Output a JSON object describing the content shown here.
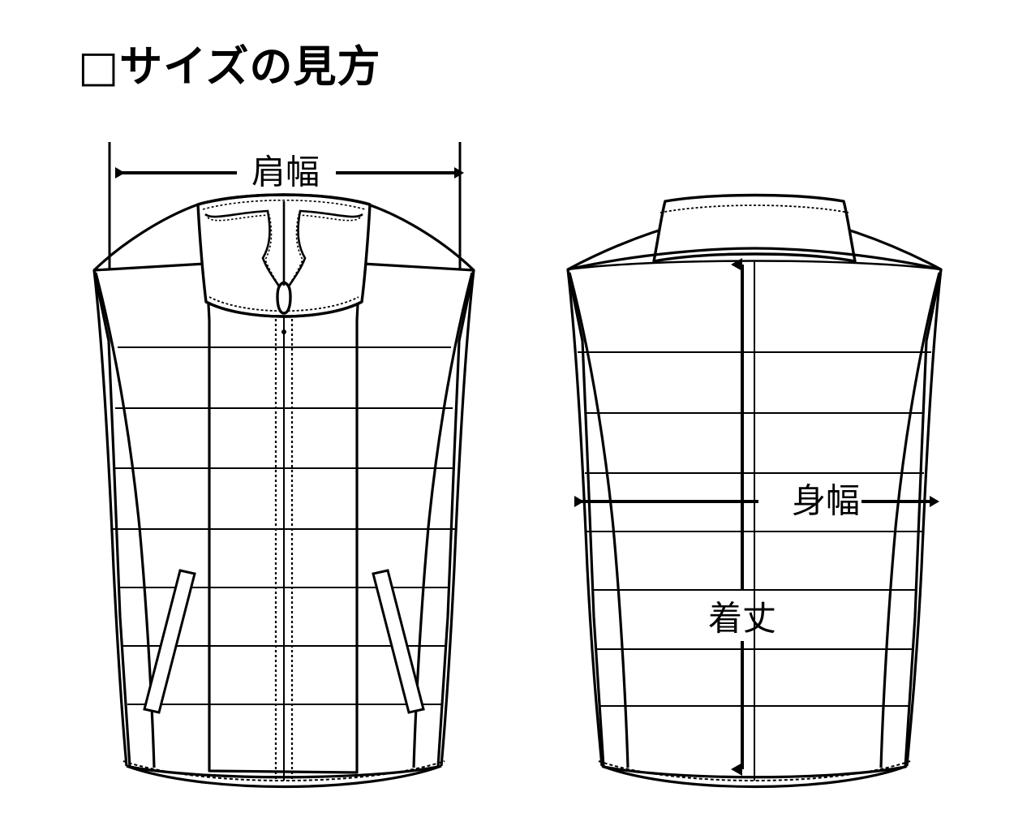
{
  "document": {
    "title": "□サイズの見方",
    "background_color": "#ffffff",
    "line_color": "#000000",
    "subject": "vest-size-guide"
  },
  "title": {
    "checkbox_glyph": "□",
    "text": "□サイズの見方"
  },
  "measurements": [
    {
      "id": "shoulder-width",
      "label": "肩幅",
      "view": "front",
      "orientation": "horizontal",
      "arrow_style": "double-headed",
      "guides": "two vertical extension lines"
    },
    {
      "id": "body-width",
      "label": "身幅",
      "view": "back",
      "orientation": "horizontal",
      "arrow_style": "double-headed",
      "guides": "none"
    },
    {
      "id": "body-length",
      "label": "着丈",
      "view": "back",
      "orientation": "vertical",
      "arrow_style": "double-headed",
      "guides": "none"
    }
  ],
  "views": [
    {
      "id": "front-view",
      "name": "front-vest-illustration",
      "features": [
        "stand-up collar with lining stitch",
        "center front zipper with pull",
        "quilted horizontal channels",
        "angled welt pockets",
        "curved hem with topstitch"
      ]
    },
    {
      "id": "back-view",
      "name": "back-vest-illustration",
      "features": [
        "stand-up collar",
        "back yoke seam",
        "quilted horizontal channels",
        "center back seam line",
        "curved hem with topstitch"
      ]
    }
  ]
}
